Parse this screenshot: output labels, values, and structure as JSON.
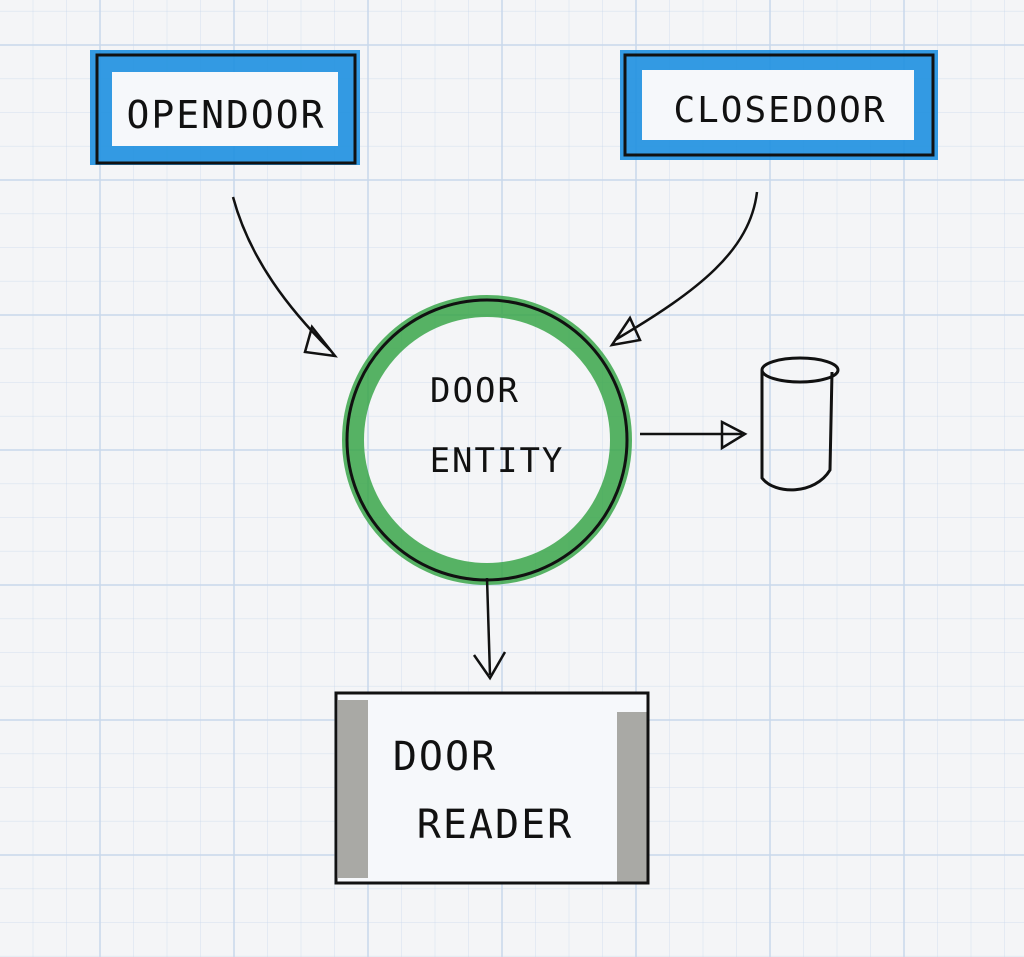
{
  "nodes": {
    "open_door": {
      "label": "OPENDOOR"
    },
    "close_door": {
      "label": "CLOSEDOOR"
    },
    "door_entity": {
      "line1": "DOOR",
      "line2": "ENTITY"
    },
    "door_reader": {
      "line1": "DOOR",
      "line2": "READER"
    },
    "storage": {
      "icon": "database-cylinder-icon"
    }
  },
  "colors": {
    "command_box": "#1e90e0",
    "entity_circle": "#3aa64a",
    "reader_sides": "#a9a9a5",
    "grid": "#c8d8ec",
    "ink": "#111111"
  }
}
